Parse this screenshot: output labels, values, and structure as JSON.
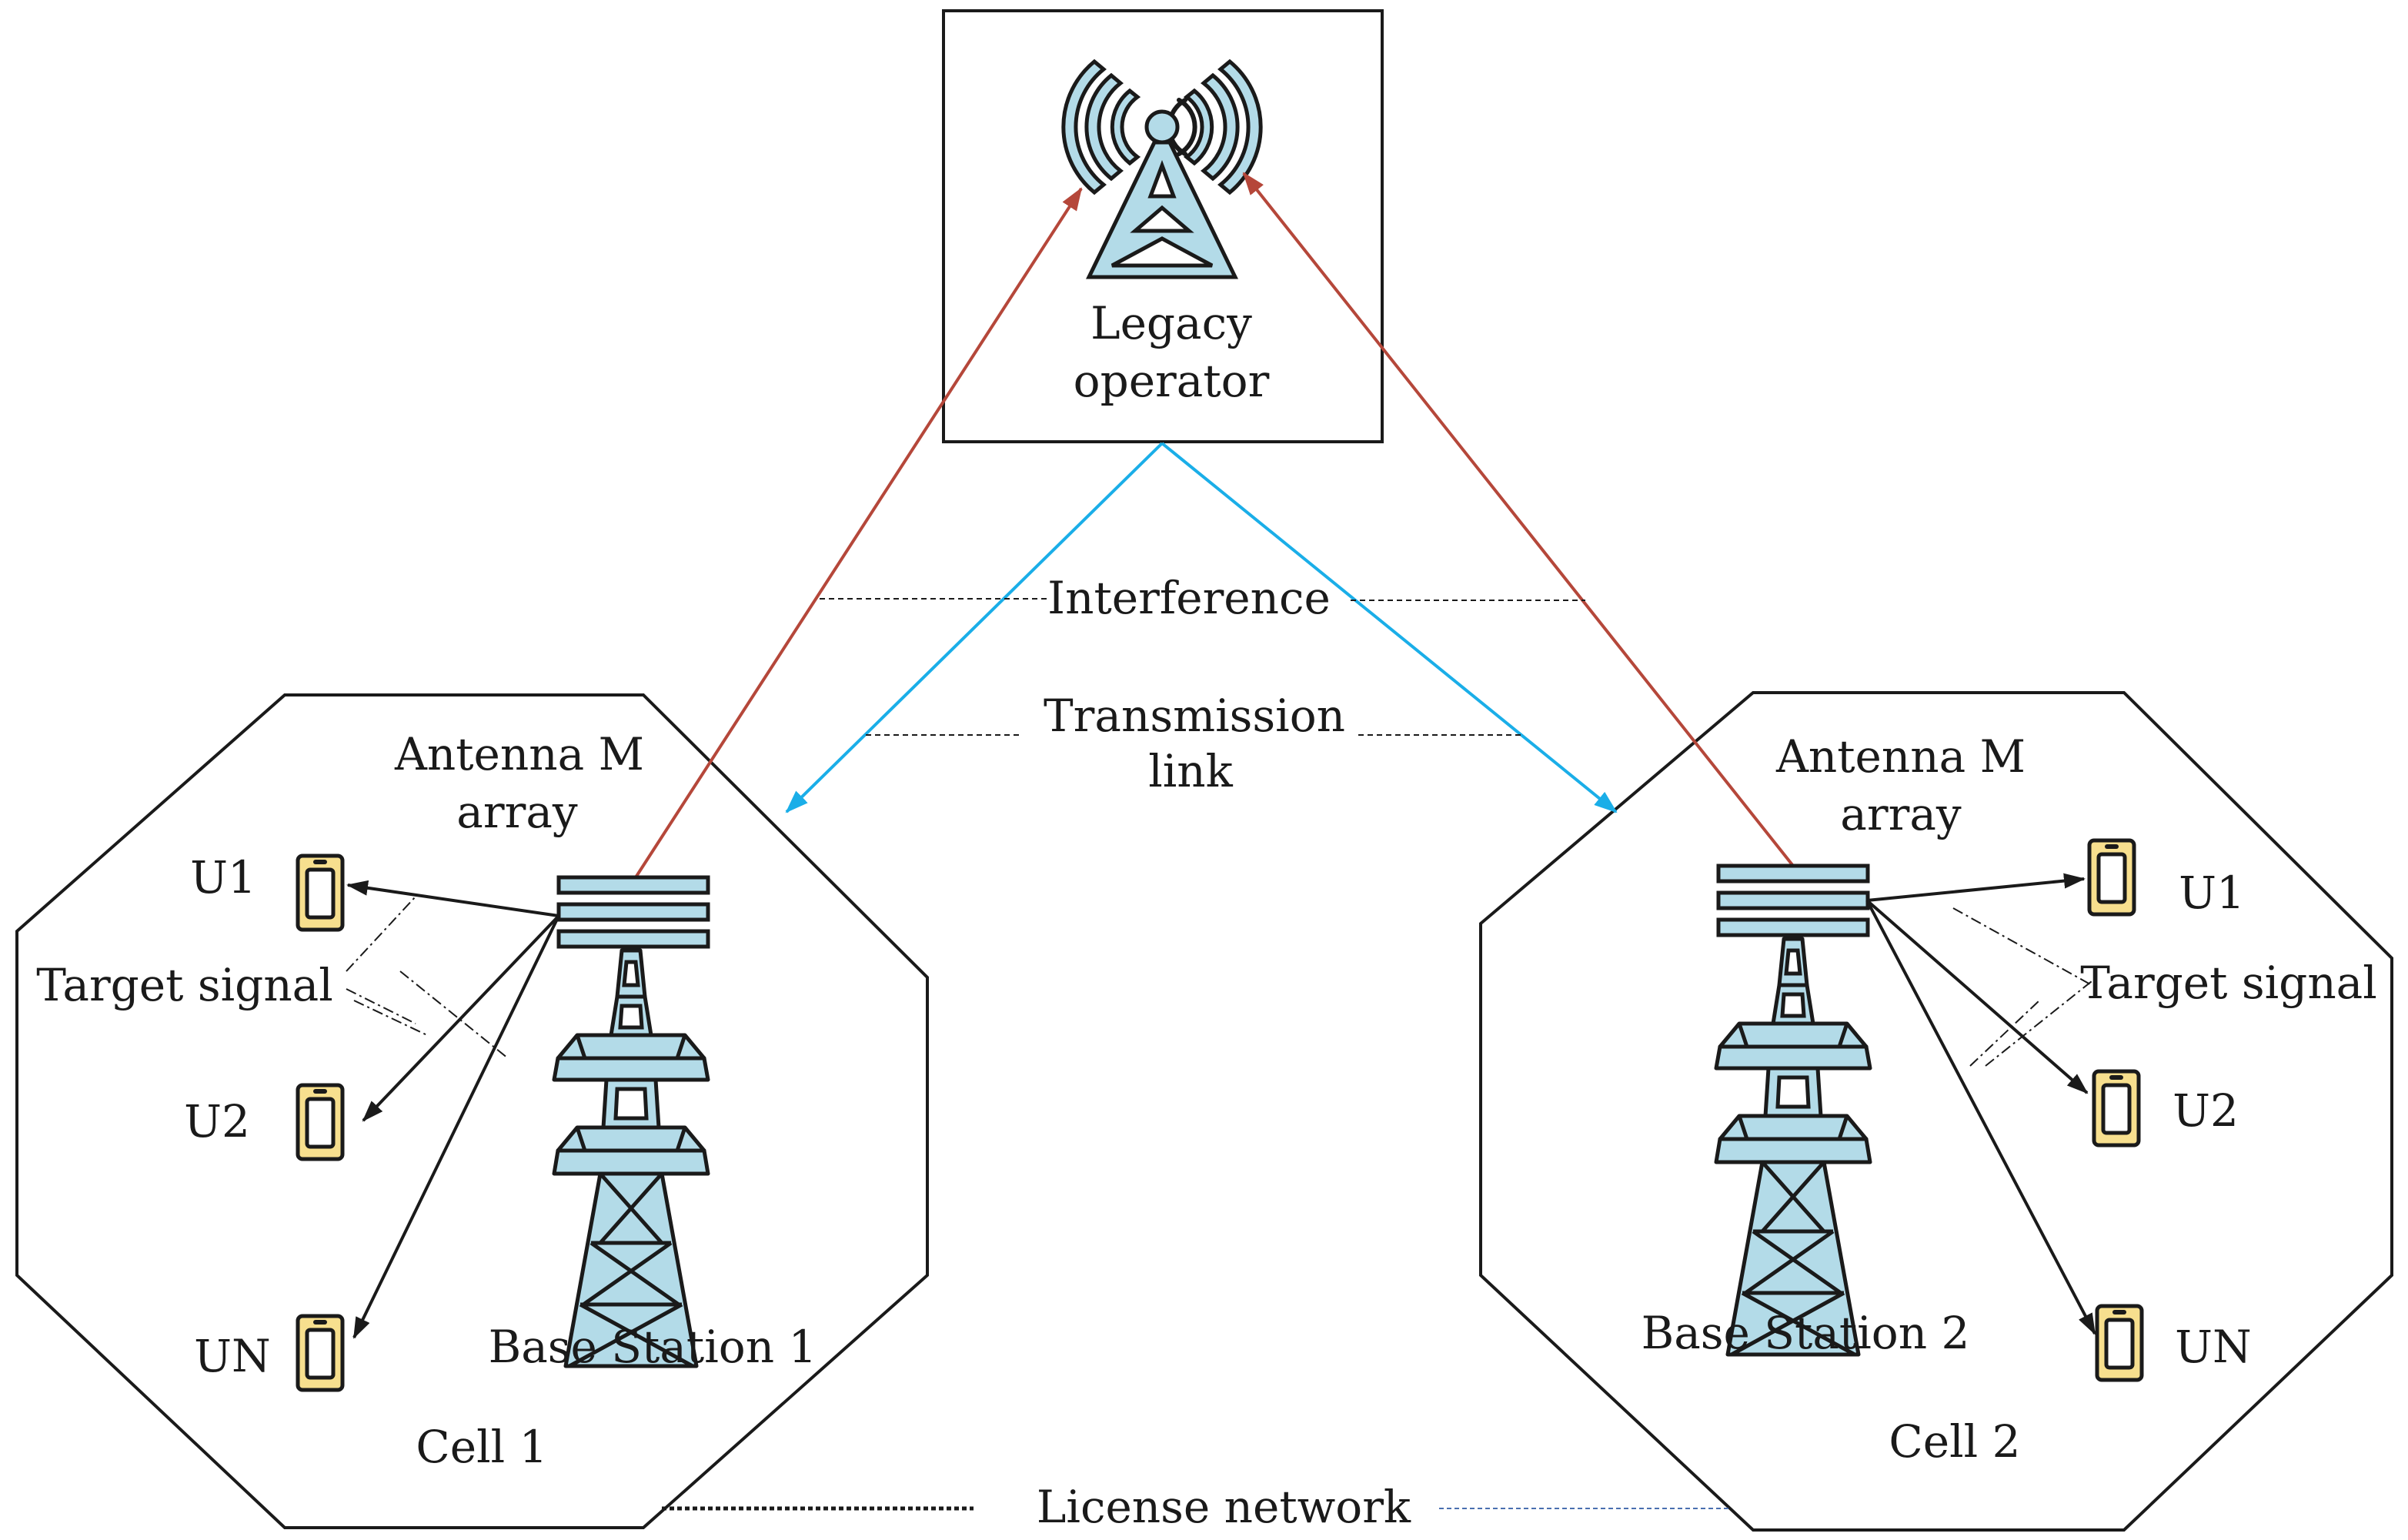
{
  "legacy": {
    "line1": "Legacy",
    "line2": "operator"
  },
  "labels": {
    "interference": "Interference",
    "transmission_line1": "Transmission",
    "transmission_line2": "link",
    "license_network": "License network"
  },
  "cell1": {
    "antenna_line1": "Antenna M",
    "antenna_line2": "array",
    "base_station": "Base Station 1",
    "cell": "Cell 1",
    "target_signal": "Target signal",
    "users": [
      "U1",
      "U2",
      "UN"
    ]
  },
  "cell2": {
    "antenna_line1": "Antenna M",
    "antenna_line2": "array",
    "base_station": "Base Station 2",
    "cell": "Cell 2",
    "target_signal": "Target signal",
    "users": [
      "U1",
      "U2",
      "UN"
    ]
  },
  "colors": {
    "interference": "#b5473a",
    "transmission": "#1aaee8",
    "equipment_fill": "#b3dbe8",
    "phone_fill": "#f7df8e",
    "stroke": "#1a1a1a",
    "license_dash_right": "#4a6fb0"
  }
}
